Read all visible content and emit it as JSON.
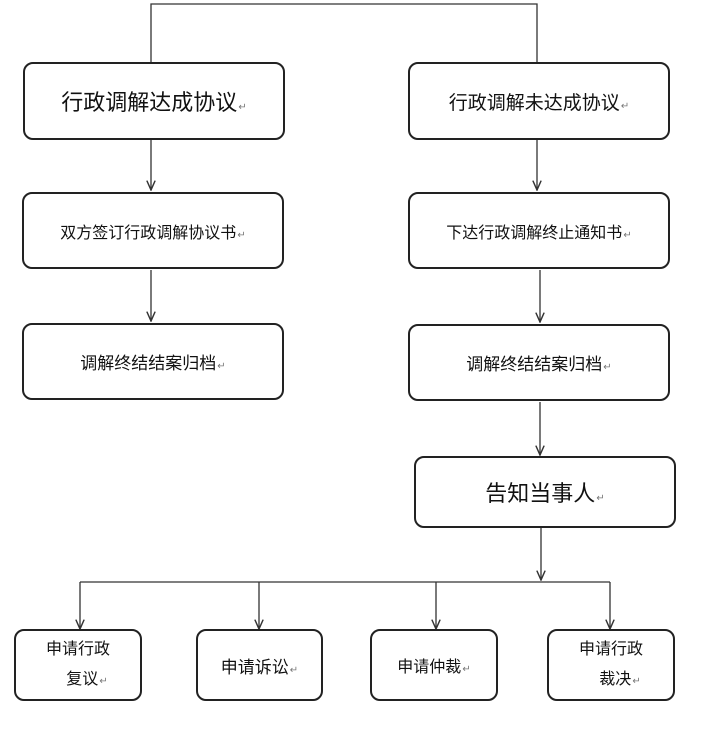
{
  "mark": "↵",
  "nodes": {
    "agreement_reached": "行政调解达成协议",
    "agreement_not_reached": "行政调解未达成协议",
    "sign_agreement": "双方签订行政调解协议书",
    "termination_notice": "下达行政调解终止通知书",
    "close_archive_left": "调解终结结案归档",
    "close_archive_right": "调解终结结案归档",
    "notify_parties": "告知当事人",
    "admin_review": [
      "申请行政",
      "复议"
    ],
    "litigation": "申请诉讼",
    "arbitration": "申请仲裁",
    "admin_ruling": [
      "申请行政",
      "裁决"
    ]
  }
}
